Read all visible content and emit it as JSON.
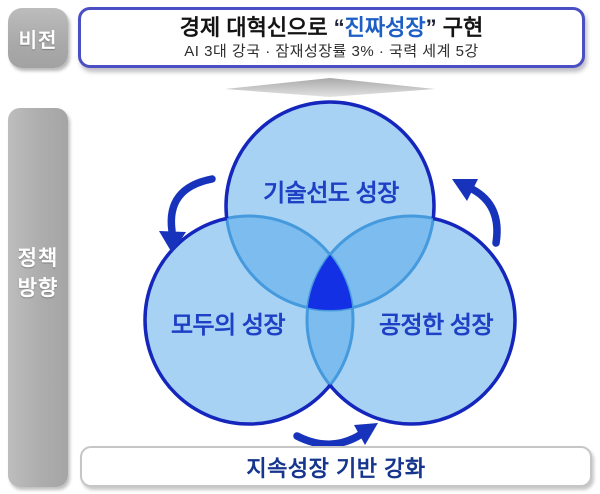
{
  "vision": {
    "badge": "비전",
    "title": {
      "prefix": "경제 대혁신으로 ",
      "quote_open": "“",
      "highlight": "진짜성장",
      "quote_close": "”",
      "suffix": " 구현"
    },
    "subtitle": "AI 3대 강국 · 잠재성장률 3% · 국력 세계 5강"
  },
  "policy": {
    "badge": {
      "line1": "정책",
      "line2": "방향"
    },
    "venn": {
      "top": "기술선도 성장",
      "bottom_left": "모두의 성장",
      "bottom_right": "공정한 성장"
    },
    "footer": "지속성장 기반 강화"
  },
  "colors": {
    "highlight_blue": "#1e5fc5",
    "circle_fill": "#57a9ea",
    "circle_border": "#1526bc",
    "inner_arc": "#459ade",
    "center_core": "#1430e4",
    "circle_label": "#1d40c5",
    "arrow_blue": "#1733bc",
    "vision_border": "#4b4fc3",
    "footer_text": "#16368d",
    "badge_gray": "#aeaeae"
  }
}
